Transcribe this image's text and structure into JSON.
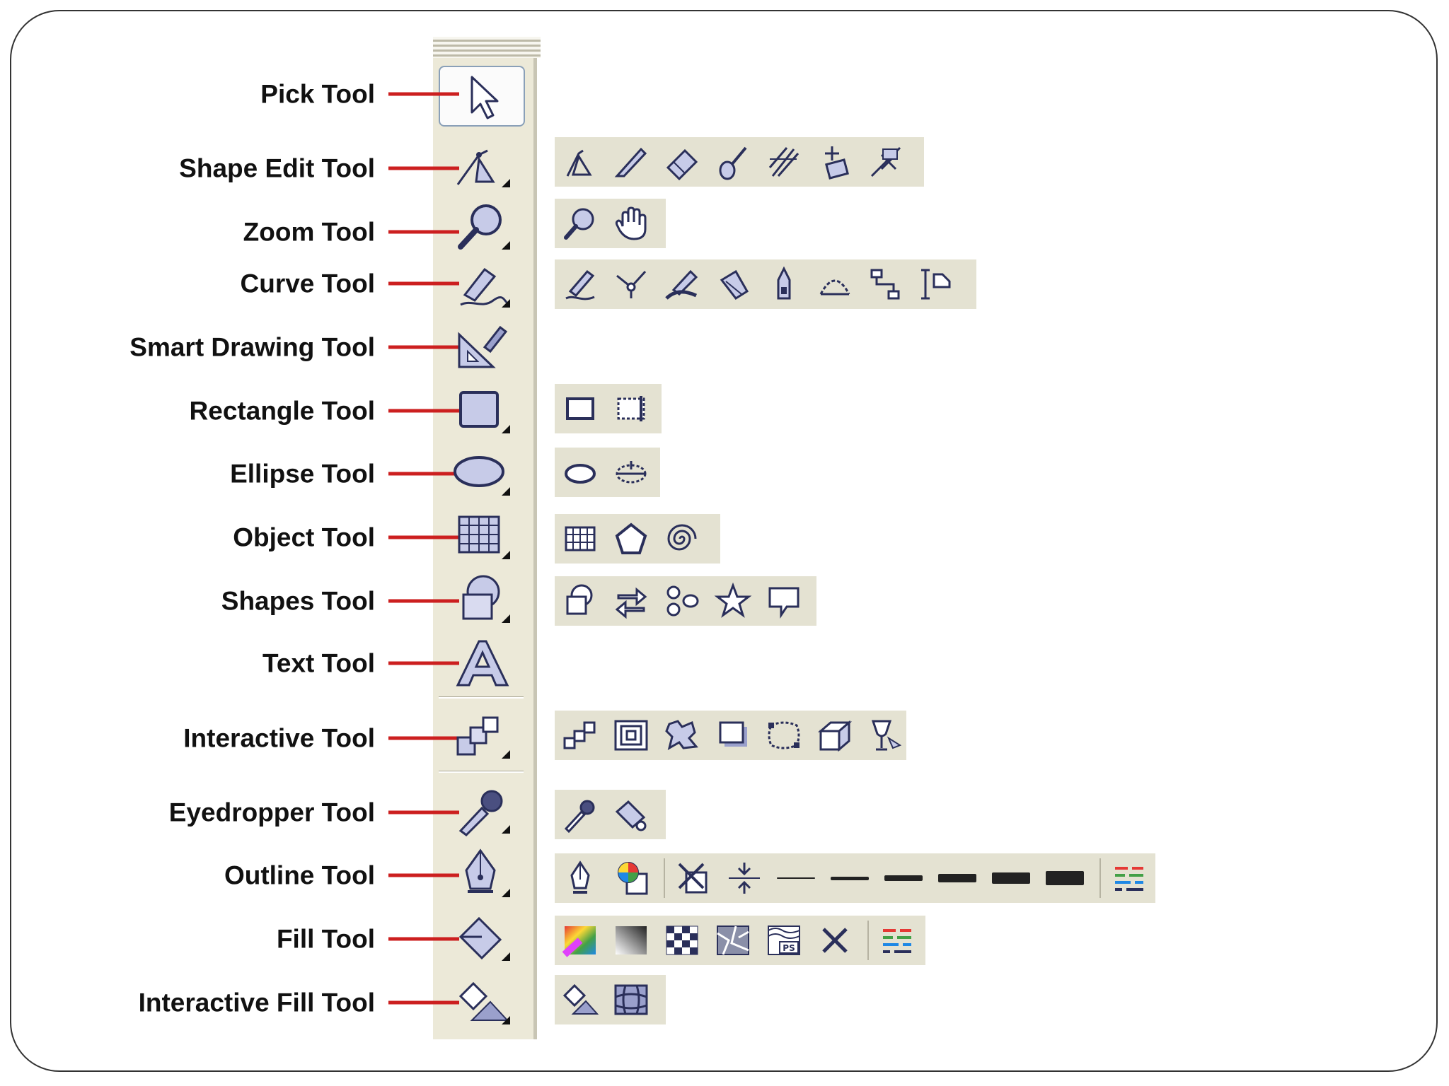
{
  "tools": [
    {
      "label": "Pick Tool",
      "icon": "arrow-cursor-icon",
      "flyout": []
    },
    {
      "label": "Shape Edit Tool",
      "icon": "shape-edit-icon",
      "flyout": [
        "shape-icon",
        "knife-icon",
        "eraser-icon",
        "smudge-brush-icon",
        "roughen-brush-icon",
        "free-transform-icon",
        "virtual-segment-delete-icon"
      ]
    },
    {
      "label": "Zoom Tool",
      "icon": "magnifier-icon",
      "flyout": [
        "zoom-icon",
        "hand-pan-icon"
      ]
    },
    {
      "label": "Curve Tool",
      "icon": "freehand-pen-icon",
      "flyout": [
        "freehand-icon",
        "bezier-icon",
        "artistic-media-icon",
        "pen-icon",
        "polyline-icon",
        "three-point-curve-icon",
        "connector-icon",
        "dimension-icon"
      ]
    },
    {
      "label": "Smart Drawing Tool",
      "icon": "smart-drawing-icon",
      "flyout": []
    },
    {
      "label": "Rectangle Tool",
      "icon": "rectangle-icon",
      "flyout": [
        "rectangle-icon",
        "three-point-rectangle-icon"
      ]
    },
    {
      "label": "Ellipse Tool",
      "icon": "ellipse-icon",
      "flyout": [
        "ellipse-icon",
        "three-point-ellipse-icon"
      ]
    },
    {
      "label": "Object Tool",
      "icon": "graph-paper-icon",
      "flyout": [
        "graph-paper-icon",
        "polygon-icon",
        "spiral-icon"
      ]
    },
    {
      "label": "Shapes Tool",
      "icon": "basic-shapes-icon",
      "flyout": [
        "basic-shapes-icon",
        "arrow-shapes-icon",
        "flowchart-shapes-icon",
        "star-shapes-icon",
        "callout-shapes-icon"
      ]
    },
    {
      "label": "Text Tool",
      "icon": "text-a-icon",
      "flyout": []
    },
    {
      "label": "Interactive Tool",
      "icon": "interactive-blend-icon",
      "flyout": [
        "blend-icon",
        "contour-icon",
        "distort-icon",
        "drop-shadow-icon",
        "envelope-icon",
        "extrude-icon",
        "transparency-icon"
      ]
    },
    {
      "label": "Eyedropper Tool",
      "icon": "eyedropper-icon",
      "flyout": [
        "eyedropper-icon",
        "paintbucket-icon"
      ]
    },
    {
      "label": "Outline Tool",
      "icon": "outline-pen-nib-icon",
      "flyout": [
        "outline-pen-icon",
        "outline-color-icon",
        "no-outline-icon",
        "hairline-outline-icon",
        "line-weight-1",
        "line-weight-2",
        "line-weight-3",
        "line-weight-4",
        "line-weight-5",
        "line-weight-6",
        "color-docker-icon"
      ]
    },
    {
      "label": "Fill Tool",
      "icon": "fill-bucket-icon",
      "flyout": [
        "fill-color-icon",
        "fountain-fill-icon",
        "pattern-fill-icon",
        "texture-fill-icon",
        "postscript-fill-icon",
        "no-fill-icon",
        "color-docker-icon"
      ]
    },
    {
      "label": "Interactive Fill Tool",
      "icon": "interactive-fill-icon",
      "flyout": [
        "interactive-fill-icon",
        "mesh-fill-icon"
      ]
    }
  ],
  "colors": {
    "pointer": "#cc1f1f",
    "toolbox": "#ece9d8",
    "flyout": "#e4e2d2",
    "icon_fill": "#c7cbe8",
    "icon_stroke": "#2a2f5a"
  }
}
